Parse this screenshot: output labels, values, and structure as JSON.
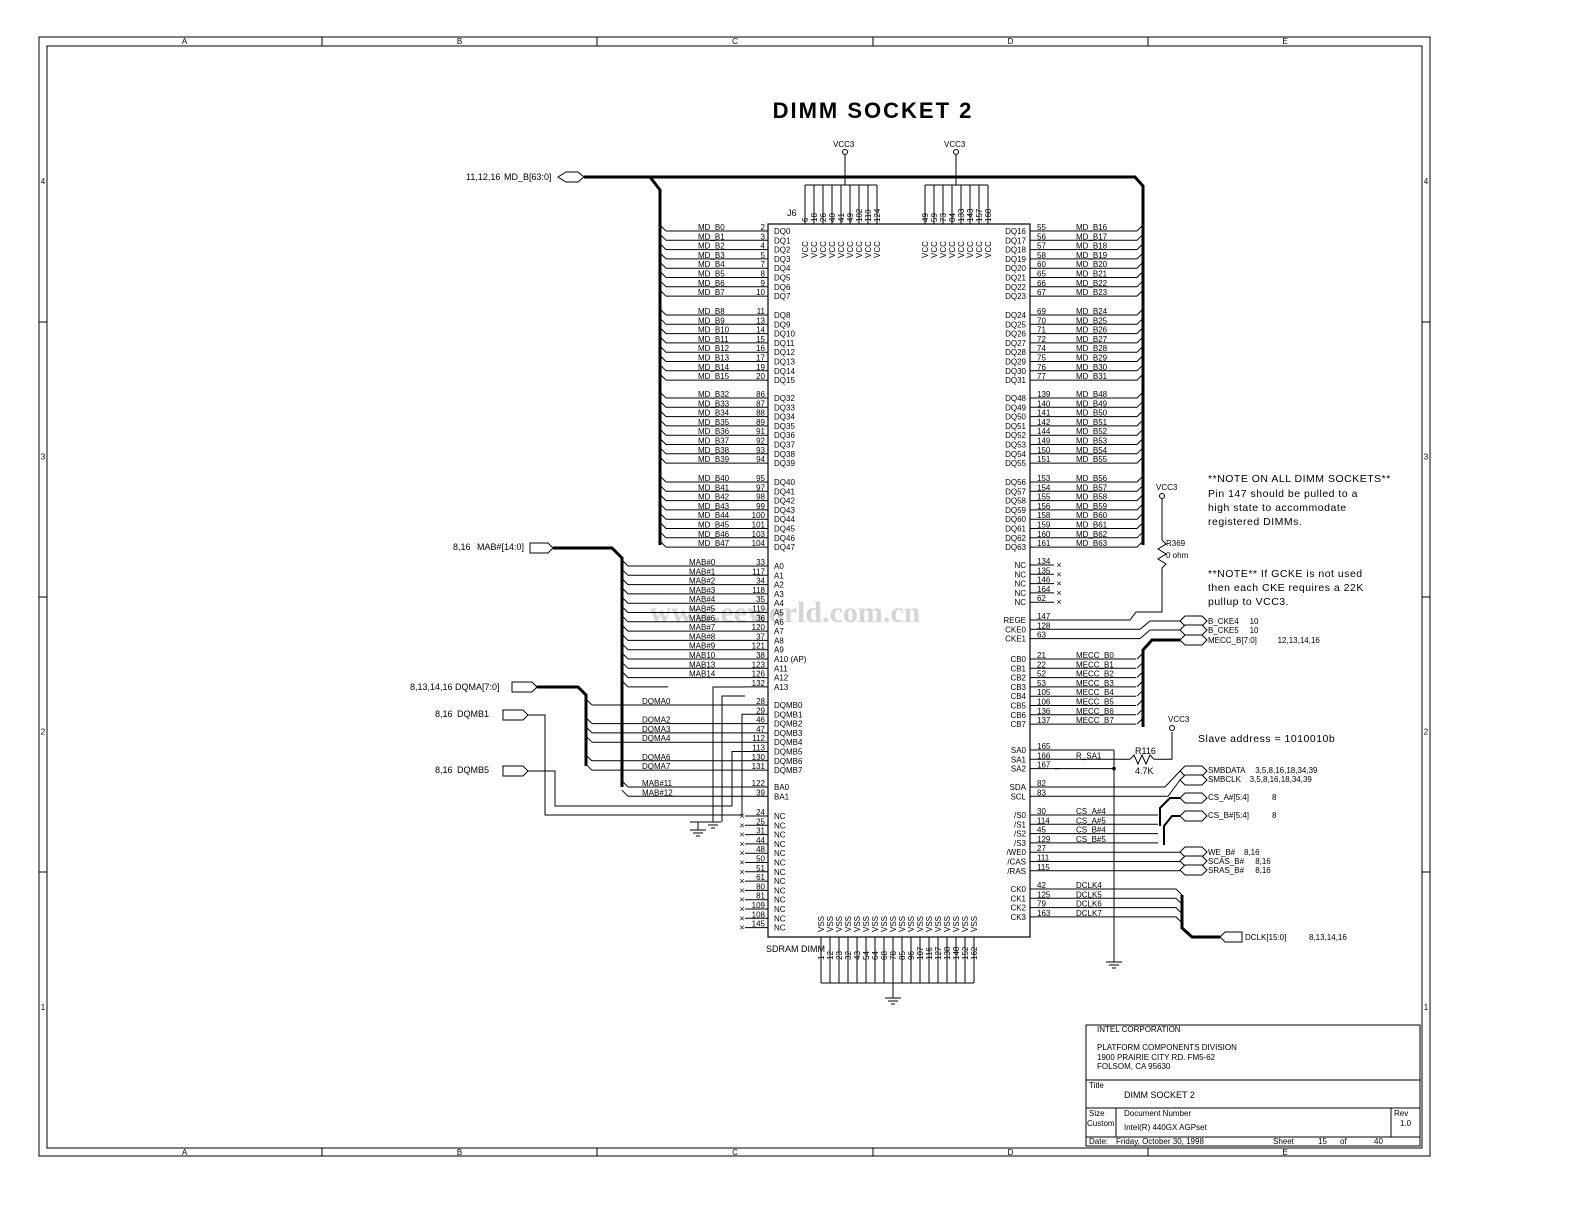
{
  "title": "DIMM SOCKET 2",
  "ref": "J6",
  "part": "SDRAM DIMM",
  "zones_h": [
    "A",
    "B",
    "C",
    "D",
    "E"
  ],
  "zones_v": [
    "4",
    "3",
    "2",
    "1"
  ],
  "watermark": "www.eeworld.com.cn",
  "power": {
    "vcc": "VCC3",
    "vcc_pins_a": [
      "6",
      "18",
      "26",
      "40",
      "41",
      "49",
      "102",
      "110",
      "124"
    ],
    "vcc_pins_b": [
      "49",
      "59",
      "73",
      "84",
      "133",
      "143",
      "157",
      "168"
    ]
  },
  "vss_pins": [
    "1",
    "12",
    "23",
    "32",
    "43",
    "54",
    "64",
    "68",
    "78",
    "85",
    "96",
    "107",
    "116",
    "127",
    "138",
    "148",
    "152",
    "162"
  ],
  "nets": {
    "md": "MD_B[63:0]",
    "md_ref": "11,12,16",
    "mab": "MAB#[14:0]",
    "mab_ref": "8,16",
    "dqma": "DQMA[7:0]",
    "dqma_ref": "8,13,14,16",
    "dqmb1": "DQMB1",
    "dqmb1_ref": "8,16",
    "dqmb5": "DQMB5",
    "dqmb5_ref": "8,16"
  },
  "left_groups": [
    {
      "pins": [
        [
          "MD_B0",
          "2",
          "DQ0"
        ],
        [
          "MD_B1",
          "3",
          "DQ1"
        ],
        [
          "MD_B2",
          "4",
          "DQ2"
        ],
        [
          "MD_B3",
          "5",
          "DQ3"
        ],
        [
          "MD_B4",
          "7",
          "DQ4"
        ],
        [
          "MD_B5",
          "8",
          "DQ5"
        ],
        [
          "MD_B6",
          "9",
          "DQ6"
        ],
        [
          "MD_B7",
          "10",
          "DQ7"
        ]
      ]
    },
    {
      "pins": [
        [
          "MD_B8",
          "11",
          "DQ8"
        ],
        [
          "MD_B9",
          "13",
          "DQ9"
        ],
        [
          "MD_B10",
          "14",
          "DQ10"
        ],
        [
          "MD_B11",
          "15",
          "DQ11"
        ],
        [
          "MD_B12",
          "16",
          "DQ12"
        ],
        [
          "MD_B13",
          "17",
          "DQ13"
        ],
        [
          "MD_B14",
          "19",
          "DQ14"
        ],
        [
          "MD_B15",
          "20",
          "DQ15"
        ]
      ]
    },
    {
      "pins": [
        [
          "MD_B32",
          "86",
          "DQ32"
        ],
        [
          "MD_B33",
          "87",
          "DQ33"
        ],
        [
          "MD_B34",
          "88",
          "DQ34"
        ],
        [
          "MD_B35",
          "89",
          "DQ35"
        ],
        [
          "MD_B36",
          "91",
          "DQ36"
        ],
        [
          "MD_B37",
          "92",
          "DQ37"
        ],
        [
          "MD_B38",
          "93",
          "DQ38"
        ],
        [
          "MD_B39",
          "94",
          "DQ39"
        ]
      ]
    },
    {
      "pins": [
        [
          "MD_B40",
          "95",
          "DQ40"
        ],
        [
          "MD_B41",
          "97",
          "DQ41"
        ],
        [
          "MD_B42",
          "98",
          "DQ42"
        ],
        [
          "MD_B43",
          "99",
          "DQ43"
        ],
        [
          "MD_B44",
          "100",
          "DQ44"
        ],
        [
          "MD_B45",
          "101",
          "DQ45"
        ],
        [
          "MD_B46",
          "103",
          "DQ46"
        ],
        [
          "MD_B47",
          "104",
          "DQ47"
        ]
      ]
    },
    {
      "pins": [
        [
          "MAB#0",
          "33",
          "A0"
        ],
        [
          "MAB#1",
          "117",
          "A1"
        ],
        [
          "MAB#2",
          "34",
          "A2"
        ],
        [
          "MAB#3",
          "118",
          "A3"
        ],
        [
          "MAB#4",
          "35",
          "A4"
        ],
        [
          "MAB#5",
          "119",
          "A5"
        ],
        [
          "MAB#6",
          "36",
          "A6"
        ],
        [
          "MAB#7",
          "120",
          "A7"
        ],
        [
          "MAB#8",
          "37",
          "A8"
        ],
        [
          "MAB#9",
          "121",
          "A9"
        ],
        [
          "MAB10",
          "38",
          "A10 (AP)"
        ],
        [
          "MAB13",
          "123",
          "A11"
        ],
        [
          "MAB14",
          "126",
          "A12"
        ],
        [
          "",
          "132",
          "A13"
        ]
      ]
    },
    {
      "pins": [
        [
          "DQMA0",
          "28",
          "DQMB0"
        ],
        [
          "",
          "29",
          "DQMB1"
        ],
        [
          "DQMA2",
          "46",
          "DQMB2"
        ],
        [
          "DQMA3",
          "47",
          "DQMB3"
        ],
        [
          "DQMA4",
          "112",
          "DQMB4"
        ],
        [
          "",
          "113",
          "DQMB5"
        ],
        [
          "DQMA6",
          "130",
          "DQMB6"
        ],
        [
          "DQMA7",
          "131",
          "DQMB7"
        ]
      ]
    },
    {
      "pins": [
        [
          "MAB#11",
          "122",
          "BA0"
        ],
        [
          "MAB#12",
          "39",
          "BA1"
        ]
      ]
    },
    {
      "pins": [
        [
          "",
          "24",
          "NC"
        ],
        [
          "",
          "25",
          "NC"
        ],
        [
          "",
          "31",
          "NC"
        ],
        [
          "",
          "44",
          "NC"
        ],
        [
          "",
          "48",
          "NC"
        ],
        [
          "",
          "50",
          "NC"
        ],
        [
          "",
          "51",
          "NC"
        ],
        [
          "",
          "61",
          "NC"
        ],
        [
          "",
          "80",
          "NC"
        ],
        [
          "",
          "81",
          "NC"
        ],
        [
          "",
          "109",
          "NC"
        ],
        [
          "",
          "108",
          "NC"
        ],
        [
          "",
          "145",
          "NC"
        ]
      ]
    }
  ],
  "right_groups": [
    {
      "pins": [
        [
          "DQ16",
          "55",
          "MD_B16"
        ],
        [
          "DQ17",
          "56",
          "MD_B17"
        ],
        [
          "DQ18",
          "57",
          "MD_B18"
        ],
        [
          "DQ19",
          "58",
          "MD_B19"
        ],
        [
          "DQ20",
          "60",
          "MD_B20"
        ],
        [
          "DQ21",
          "65",
          "MD_B21"
        ],
        [
          "DQ22",
          "66",
          "MD_B22"
        ],
        [
          "DQ23",
          "67",
          "MD_B23"
        ]
      ]
    },
    {
      "pins": [
        [
          "DQ24",
          "69",
          "MD_B24"
        ],
        [
          "DQ25",
          "70",
          "MD_B25"
        ],
        [
          "DQ26",
          "71",
          "MD_B26"
        ],
        [
          "DQ27",
          "72",
          "MD_B27"
        ],
        [
          "DQ28",
          "74",
          "MD_B28"
        ],
        [
          "DQ29",
          "75",
          "MD_B29"
        ],
        [
          "DQ30",
          "76",
          "MD_B30"
        ],
        [
          "DQ31",
          "77",
          "MD_B31"
        ]
      ]
    },
    {
      "pins": [
        [
          "DQ48",
          "139",
          "MD_B48"
        ],
        [
          "DQ49",
          "140",
          "MD_B49"
        ],
        [
          "DQ50",
          "141",
          "MD_B50"
        ],
        [
          "DQ51",
          "142",
          "MD_B51"
        ],
        [
          "DQ52",
          "144",
          "MD_B52"
        ],
        [
          "DQ53",
          "149",
          "MD_B53"
        ],
        [
          "DQ54",
          "150",
          "MD_B54"
        ],
        [
          "DQ55",
          "151",
          "MD_B55"
        ]
      ]
    },
    {
      "pins": [
        [
          "DQ56",
          "153",
          "MD_B56"
        ],
        [
          "DQ57",
          "154",
          "MD_B57"
        ],
        [
          "DQ58",
          "155",
          "MD_B58"
        ],
        [
          "DQ59",
          "156",
          "MD_B59"
        ],
        [
          "DQ60",
          "158",
          "MD_B60"
        ],
        [
          "DQ61",
          "159",
          "MD_B61"
        ],
        [
          "DQ62",
          "160",
          "MD_B62"
        ],
        [
          "DQ63",
          "161",
          "MD_B63"
        ]
      ]
    },
    {
      "pins": [
        [
          "NC",
          "134",
          ""
        ],
        [
          "NC",
          "135",
          ""
        ],
        [
          "NC",
          "146",
          ""
        ],
        [
          "NC",
          "164",
          ""
        ],
        [
          "NC",
          "62",
          ""
        ]
      ]
    },
    {
      "pins": [
        [
          "REGE",
          "147",
          ""
        ],
        [
          "CKE0",
          "128",
          ""
        ],
        [
          "CKE1",
          "63",
          ""
        ]
      ]
    },
    {
      "pins": [
        [
          "CB0",
          "21",
          "MECC_B0"
        ],
        [
          "CB1",
          "22",
          "MECC_B1"
        ],
        [
          "CB2",
          "52",
          "MECC_B2"
        ],
        [
          "CB3",
          "53",
          "MECC_B3"
        ],
        [
          "CB4",
          "105",
          "MECC_B4"
        ],
        [
          "CB5",
          "106",
          "MECC_B5"
        ],
        [
          "CB6",
          "136",
          "MECC_B6"
        ],
        [
          "CB7",
          "137",
          "MECC_B7"
        ]
      ]
    },
    {
      "pins": [
        [
          "SA0",
          "165",
          ""
        ],
        [
          "SA1",
          "166",
          "R_SA1"
        ],
        [
          "SA2",
          "167",
          ""
        ]
      ]
    },
    {
      "pins": [
        [
          "SDA",
          "82",
          ""
        ],
        [
          "SCL",
          "83",
          ""
        ]
      ]
    },
    {
      "pins": [
        [
          "/S0",
          "30",
          "CS_A#4"
        ],
        [
          "/S1",
          "114",
          "CS_A#5"
        ],
        [
          "/S2",
          "45",
          "CS_B#4"
        ],
        [
          "/S3",
          "129",
          "CS_B#5"
        ],
        [
          "/WE0",
          "27",
          ""
        ],
        [
          "/CAS",
          "111",
          ""
        ],
        [
          "/RAS",
          "115",
          ""
        ]
      ]
    },
    {
      "pins": [
        [
          "CK0",
          "42",
          "DCLK4"
        ],
        [
          "CK1",
          "125",
          "DCLK5"
        ],
        [
          "CK2",
          "79",
          "DCLK6"
        ],
        [
          "CK3",
          "163",
          "DCLK7"
        ]
      ]
    }
  ],
  "right_ports": [
    {
      "name": "B_CKE4",
      "ref": "10"
    },
    {
      "name": "B_CKE5",
      "ref": "10"
    },
    {
      "name": "MECC_B[7:0]",
      "ref": "12,13,14,16"
    },
    {
      "name": "SMBDATA",
      "ref": "3,5,8,16,18,34,39"
    },
    {
      "name": "SMBCLK",
      "ref": "3,5,8,16,18,34,39"
    },
    {
      "name": "CS_A#[5:4]",
      "ref": "8"
    },
    {
      "name": "CS_B#[5:4]",
      "ref": "8"
    },
    {
      "name": "WE_B#",
      "ref": "8,16"
    },
    {
      "name": "SCAS_B#",
      "ref": "8,16"
    },
    {
      "name": "SRAS_B#",
      "ref": "8,16"
    },
    {
      "name": "DCLK[15:0]",
      "ref": "8,13,14,16"
    }
  ],
  "resistors": {
    "r369": {
      "ref": "R369",
      "value": "0 ohm"
    },
    "r116": {
      "ref": "R116",
      "value": "4.7K"
    }
  },
  "slave_address": "Slave address = 1010010b",
  "notes": [
    "**NOTE ON ALL DIMM SOCKETS**",
    "Pin 147 should be pulled to a",
    "high state to accommodate",
    "registered DIMMs.",
    "",
    "**NOTE** If GCKE is not used",
    "then each CKE requires a 22K",
    "pullup to VCC3."
  ],
  "title_block": {
    "company": "INTEL CORPORATION",
    "division": "PLATFORM COMPONENTS DIVISION",
    "address1": "1900 PRAIRIE CITY RD. FM5-62",
    "address2": "FOLSOM, CA 95630",
    "title_label": "Title",
    "title": "DIMM SOCKET 2",
    "size_label": "Size",
    "size": "Custom",
    "docnum_label": "Document Number",
    "docnum": "Intel(R) 440GX AGPset",
    "rev_label": "Rev",
    "rev": "1.0",
    "date_label": "Date:",
    "date": "Friday, October 30, 1998",
    "sheet_label": "Sheet",
    "sheet": "15",
    "of_label": "of",
    "sheet_total": "40"
  }
}
